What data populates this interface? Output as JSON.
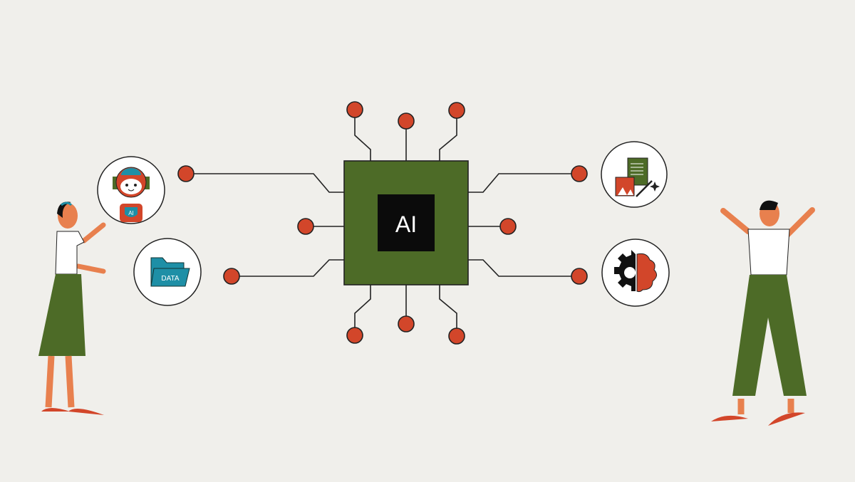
{
  "chip": {
    "label": "AI"
  },
  "icons": {
    "robot": {
      "badge_label": "AI"
    },
    "data_folder": {
      "label": "DATA"
    },
    "generative_media": {},
    "gear_brain": {}
  },
  "colors": {
    "background": "#f0efeb",
    "chip_green": "#4d6b27",
    "node_red": "#d2462a",
    "folder_teal": "#1e8fa6",
    "skin": "#e8804e"
  }
}
